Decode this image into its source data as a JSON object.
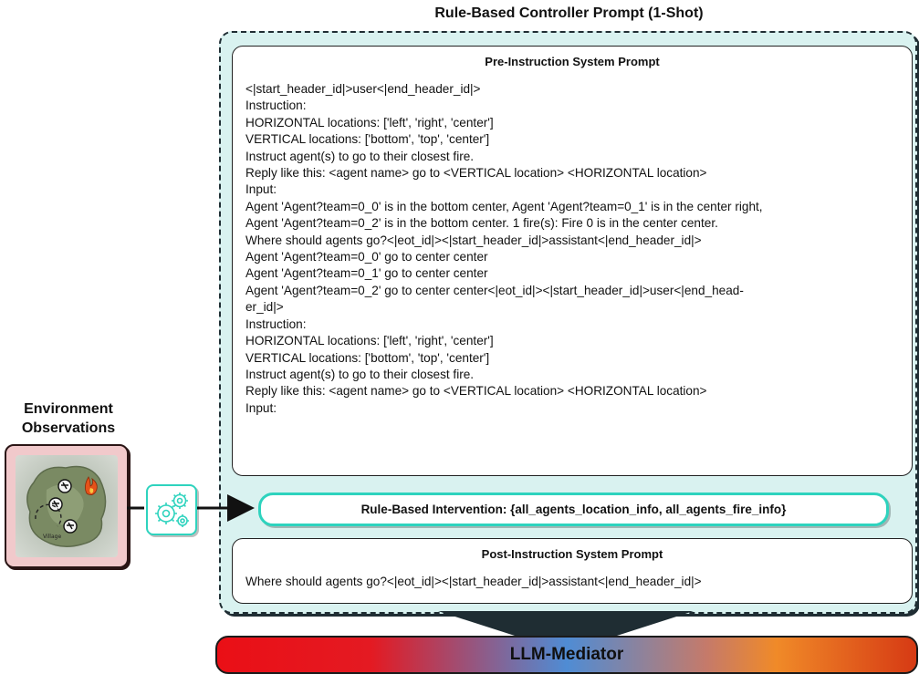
{
  "title": "Rule-Based Controller Prompt (1-Shot)",
  "environment": {
    "title_line1": "Environment",
    "title_line2": "Observations",
    "map_label": "Village"
  },
  "pre_instruction": {
    "title": "Pre-Instruction System Prompt",
    "lines": [
      "<|start_header_id|>user<|end_header_id|>",
      "Instruction:",
      "HORIZONTAL locations: ['left', 'right', 'center']",
      "VERTICAL locations: ['bottom', 'top', 'center']",
      "Instruct agent(s) to go to their closest fire.",
      "Reply like this: <agent name> go to <VERTICAL location> <HORIZONTAL location>",
      "Input:",
      "Agent 'Agent?team=0_0' is in the bottom center, Agent 'Agent?team=0_1' is in the center right,",
      "Agent 'Agent?team=0_2' is in the bottom center. 1 fire(s): Fire 0 is in the center center.",
      "Where should agents go?<|eot_id|><|start_header_id|>assistant<|end_header_id|>",
      "Agent 'Agent?team=0_0' go to center center",
      "Agent 'Agent?team=0_1' go to center center",
      "Agent 'Agent?team=0_2' go to center center<|eot_id|><|start_header_id|>user<|end_head-",
      "er_id|>",
      "Instruction:",
      "HORIZONTAL locations: ['left', 'right', 'center']",
      "VERTICAL locations: ['bottom', 'top', 'center']",
      "Instruct agent(s) to go to their closest fire.",
      "Reply like this: <agent name> go to <VERTICAL location> <HORIZONTAL location>",
      "Input:"
    ]
  },
  "intervention": {
    "label": "Rule-Based Intervention: {all_agents_location_info, all_agents_fire_info}"
  },
  "post_instruction": {
    "title": "Post-Instruction System Prompt",
    "text": "Where should agents go?<|eot_id|><|start_header_id|>assistant<|end_header_id|>"
  },
  "llm": {
    "label": "LLM-Mediator"
  },
  "colors": {
    "panel": "#d9f2f0",
    "accent_teal": "#2ed3be",
    "env_frame": "#f1c9cb"
  }
}
